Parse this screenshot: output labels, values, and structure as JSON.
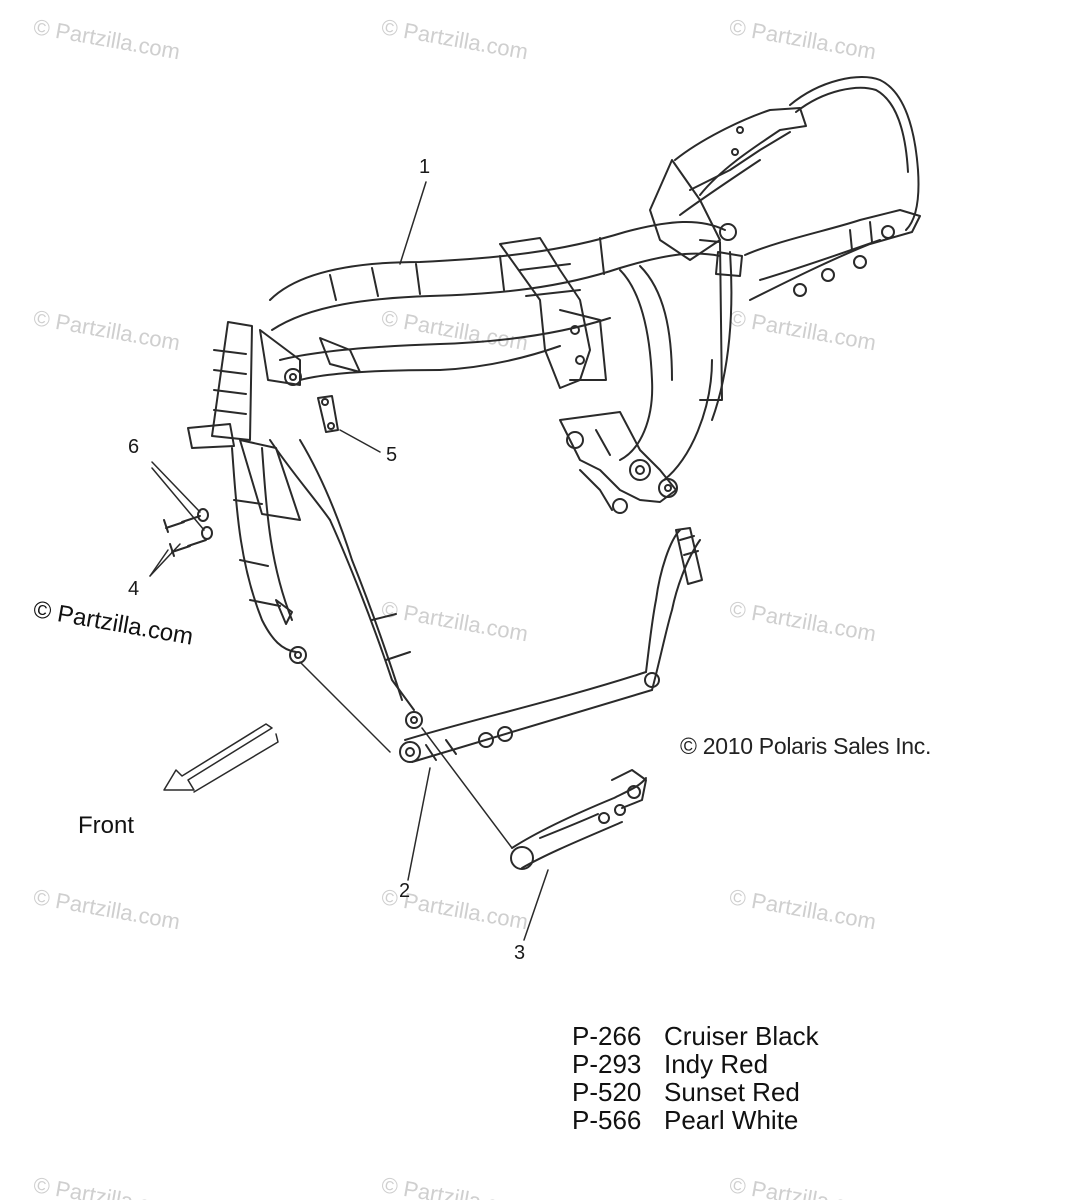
{
  "callouts": {
    "c1": "1",
    "c2": "2",
    "c3": "3",
    "c4": "4",
    "c5": "5",
    "c6": "6"
  },
  "front_label": "Front",
  "copyright": "© 2010 Polaris Sales Inc.",
  "watermark_text": "© Partzilla.com",
  "paint_codes": [
    {
      "code": "P-266",
      "name": "Cruiser Black"
    },
    {
      "code": "P-293",
      "name": "Indy Red"
    },
    {
      "code": "P-520",
      "name": "Sunset Red"
    },
    {
      "code": "P-566",
      "name": "Pearl White"
    }
  ],
  "colors": {
    "line": "#2a2a2a",
    "watermark": "#cfcfcf"
  }
}
